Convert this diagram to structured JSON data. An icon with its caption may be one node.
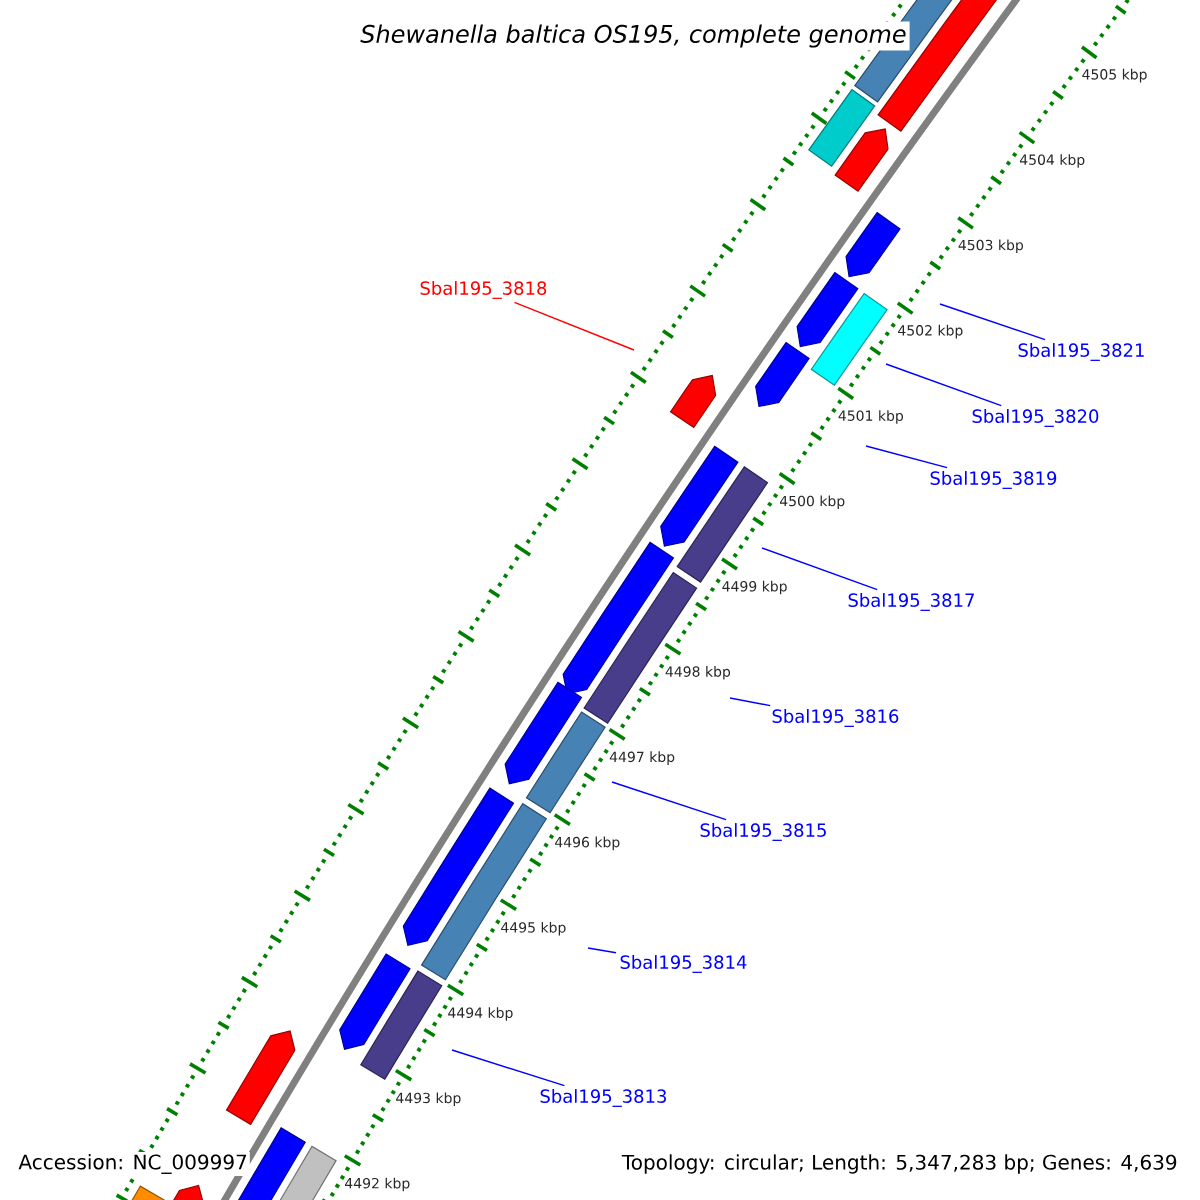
{
  "diagram": {
    "title": "Shewanella baltica OS195, complete genome",
    "nodes": [
      {
        "text": [
          "Sbal195_3818"
        ]
      },
      {
        "text": [
          "Sbal195_3821"
        ]
      },
      {
        "text": [
          "Sbal195_3820"
        ]
      },
      {
        "text": [
          "Sbal195_3819"
        ]
      },
      {
        "text": [
          "Sbal195_3817"
        ]
      },
      {
        "text": [
          "Sbal195_3816"
        ]
      },
      {
        "text": [
          "Sbal195_3815"
        ]
      },
      {
        "text": [
          "Sbal195_3814"
        ]
      },
      {
        "text": [
          "Sbal195_3813"
        ]
      }
    ],
    "edges": [
      {
        "from": 0,
        "to": null,
        "arrow": "none",
        "color": "#ff0000"
      },
      {
        "from": 1,
        "to": null,
        "arrow": "none"
      },
      {
        "from": 2,
        "to": null,
        "arrow": "none"
      },
      {
        "from": 3,
        "to": null,
        "arrow": "none"
      },
      {
        "from": 4,
        "to": null,
        "arrow": "none"
      },
      {
        "from": 5,
        "to": null,
        "arrow": "none"
      },
      {
        "from": 6,
        "to": null,
        "arrow": "none"
      },
      {
        "from": 7,
        "to": null,
        "arrow": "none"
      },
      {
        "from": 8,
        "to": null,
        "arrow": "none"
      }
    ],
    "labels": [
      "4505 kbp",
      "4504 kbp",
      "4503 kbp",
      "4502 kbp",
      "4501 kbp",
      "4500 kbp",
      "4499 kbp",
      "4498 kbp",
      "4497 kbp",
      "4496 kbp",
      "4495 kbp",
      "4494 kbp",
      "4493 kbp",
      "4492 kbp",
      "Accession: NC_009997",
      "Topology: circular; Length: 5,347,283 bp; Genes: 4,639"
    ]
  }
}
